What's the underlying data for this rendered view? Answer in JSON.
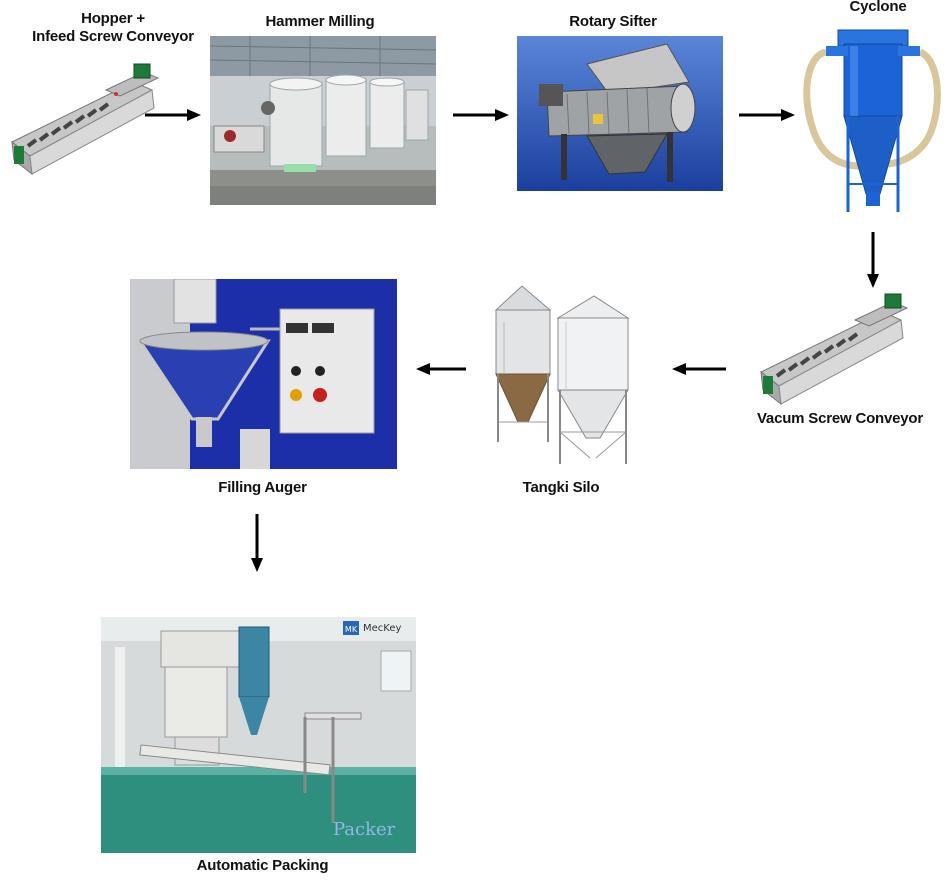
{
  "diagram": {
    "steps": {
      "hopper_conveyor": {
        "label_line1": "Hopper +",
        "label_line2": "Infeed Screw Conveyor"
      },
      "hammer_milling": {
        "label": "Hammer Milling"
      },
      "rotary_sifter": {
        "label": "Rotary Sifter"
      },
      "cyclone": {
        "label": "Cyclone"
      },
      "vacuum_screw_conveyor": {
        "label": "Vacum Screw Conveyor"
      },
      "tangki_silo": {
        "label": "Tangki Silo"
      },
      "filling_auger": {
        "label": "Filling Auger"
      },
      "automatic_packing": {
        "label": "Automatic Packing",
        "logo_text": "MecKey",
        "logo_badge": "MK",
        "overlay_text": "Packer"
      }
    },
    "colors": {
      "arrow": "#000000",
      "sifter_background": "#2d56b8",
      "auger_background": "#1d2fa8",
      "cyclone_blue": "#1b63d6",
      "packing_floor": "#2f8f7f"
    }
  }
}
